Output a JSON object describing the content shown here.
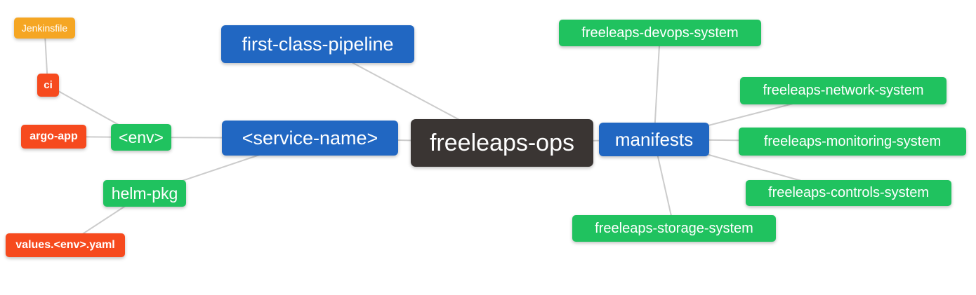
{
  "diagram": {
    "type": "mindmap",
    "background_color": "#ffffff",
    "edge_color": "#cccccc",
    "text_color": "#ffffff",
    "palette": {
      "root": "#3a3533",
      "level1": "#2167c2",
      "level2": "#20c25f",
      "level3": "#f64a1e",
      "level4": "#f5a623"
    },
    "nodes": [
      {
        "id": "freeleaps-ops",
        "label": "freeleaps-ops",
        "level": 0,
        "color": "#3a3533"
      },
      {
        "id": "first-class-pipeline",
        "label": "first-class-pipeline",
        "level": 1,
        "color": "#2167c2"
      },
      {
        "id": "service-name",
        "label": "<service-name>",
        "level": 1,
        "color": "#2167c2"
      },
      {
        "id": "manifests",
        "label": "manifests",
        "level": 1,
        "color": "#2167c2"
      },
      {
        "id": "env",
        "label": "<env>",
        "level": 2,
        "color": "#20c25f"
      },
      {
        "id": "helm-pkg",
        "label": "helm-pkg",
        "level": 2,
        "color": "#20c25f"
      },
      {
        "id": "freeleaps-devops-system",
        "label": "freeleaps-devops-system",
        "level": 2,
        "color": "#20c25f"
      },
      {
        "id": "freeleaps-network-system",
        "label": "freeleaps-network-system",
        "level": 2,
        "color": "#20c25f"
      },
      {
        "id": "freeleaps-monitoring-system",
        "label": "freeleaps-monitoring-system",
        "level": 2,
        "color": "#20c25f"
      },
      {
        "id": "freeleaps-controls-system",
        "label": "freeleaps-controls-system",
        "level": 2,
        "color": "#20c25f"
      },
      {
        "id": "freeleaps-storage-system",
        "label": "freeleaps-storage-system",
        "level": 2,
        "color": "#20c25f"
      },
      {
        "id": "ci",
        "label": "ci",
        "level": 3,
        "color": "#f64a1e"
      },
      {
        "id": "argo-app",
        "label": "argo-app",
        "level": 3,
        "color": "#f64a1e"
      },
      {
        "id": "values-env-yaml",
        "label": "values.<env>.yaml",
        "level": 3,
        "color": "#f64a1e"
      },
      {
        "id": "jenkinsfile",
        "label": "Jenkinsfile",
        "level": 4,
        "color": "#f5a623"
      }
    ],
    "edges": [
      [
        "jenkinsfile",
        "ci"
      ],
      [
        "ci",
        "env"
      ],
      [
        "argo-app",
        "env"
      ],
      [
        "env",
        "service-name"
      ],
      [
        "helm-pkg",
        "service-name"
      ],
      [
        "values-env-yaml",
        "helm-pkg"
      ],
      [
        "first-class-pipeline",
        "freeleaps-ops"
      ],
      [
        "service-name",
        "freeleaps-ops"
      ],
      [
        "freeleaps-ops",
        "manifests"
      ],
      [
        "manifests",
        "freeleaps-devops-system"
      ],
      [
        "manifests",
        "freeleaps-network-system"
      ],
      [
        "manifests",
        "freeleaps-monitoring-system"
      ],
      [
        "manifests",
        "freeleaps-controls-system"
      ],
      [
        "manifests",
        "freeleaps-storage-system"
      ]
    ]
  }
}
